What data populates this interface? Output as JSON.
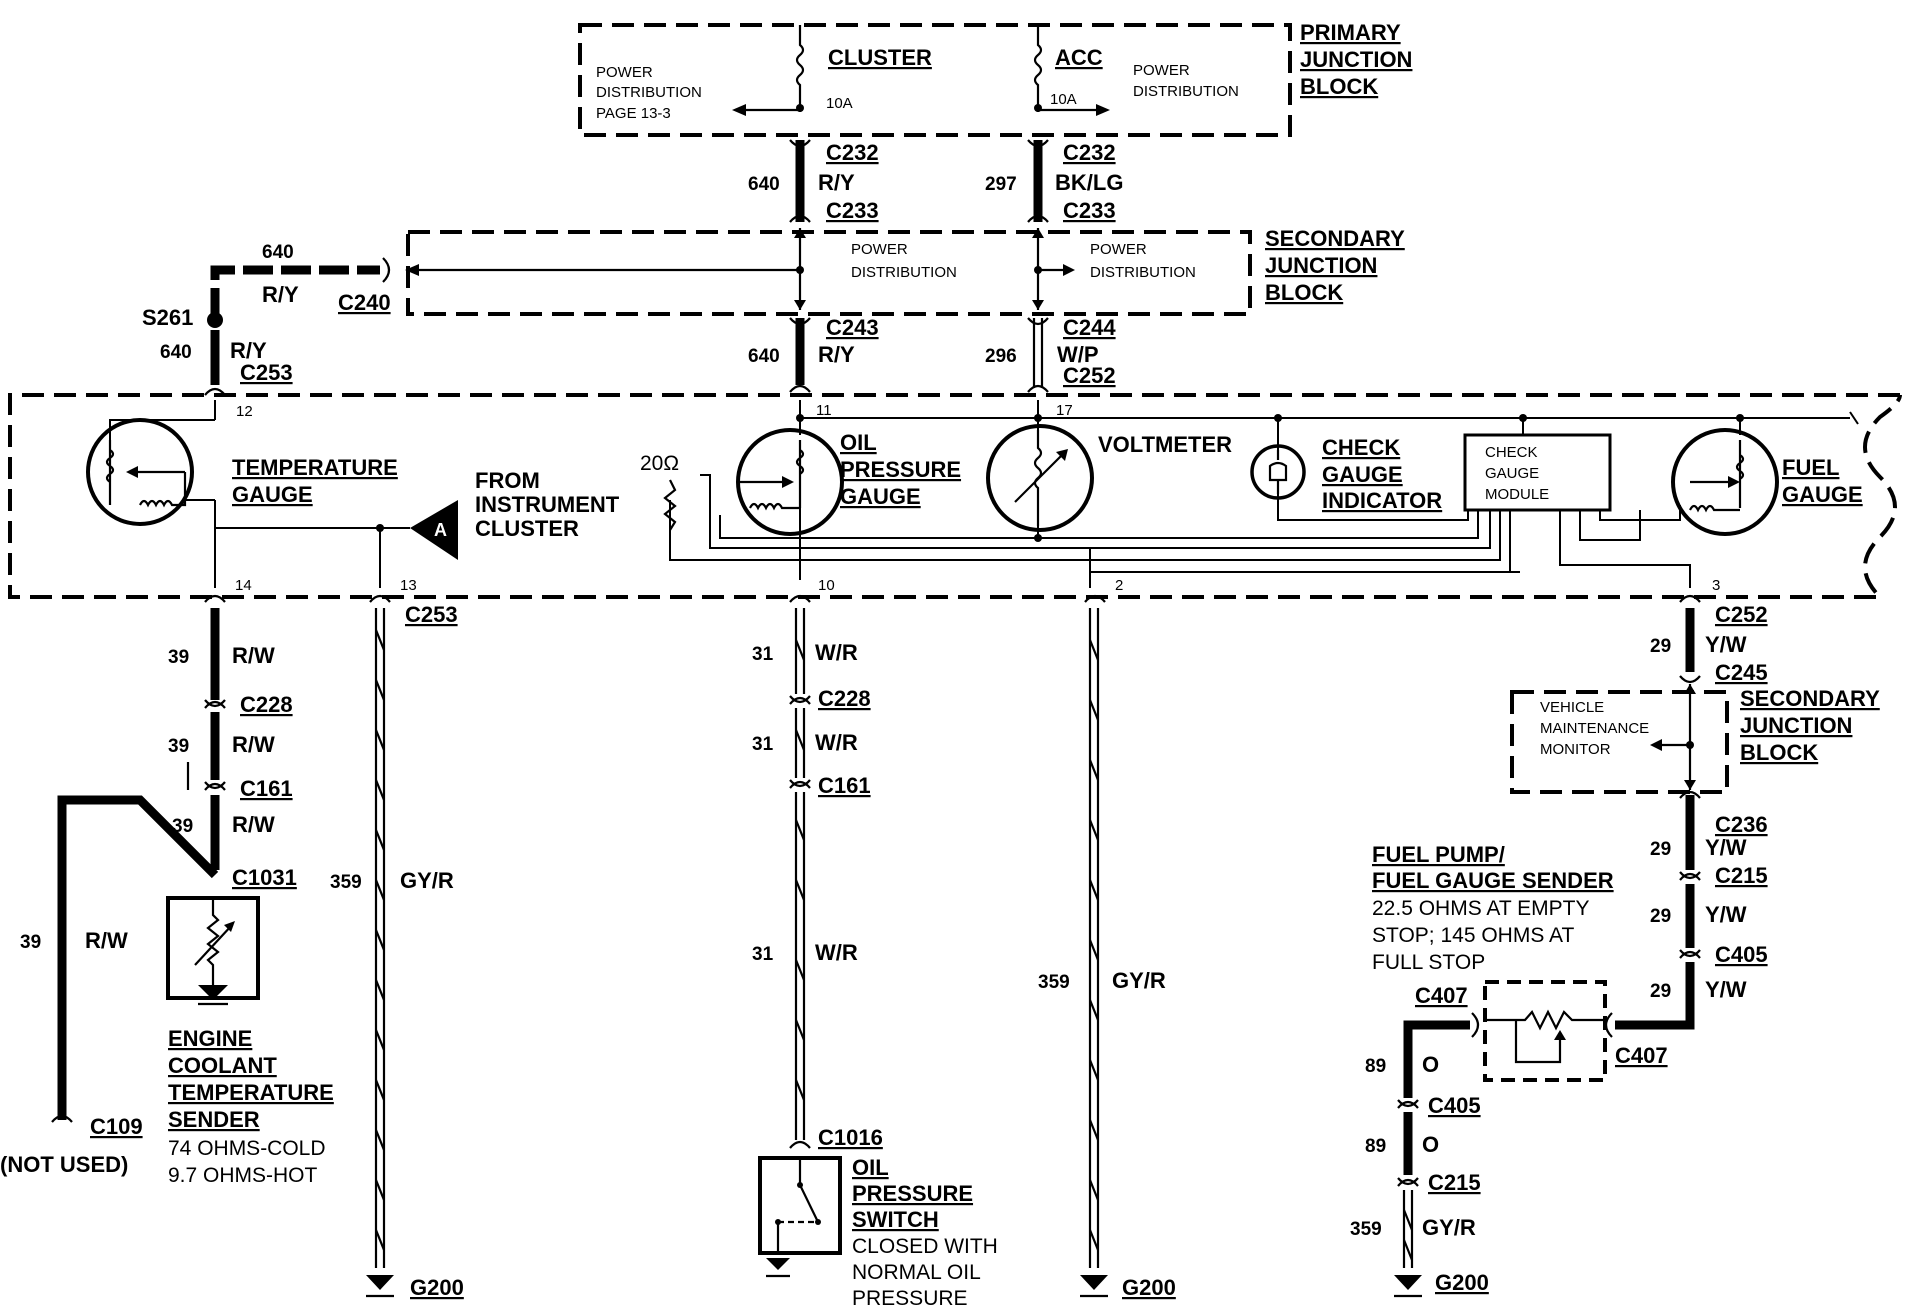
{
  "blocks": {
    "primary": [
      "PRIMARY",
      "JUNCTION",
      "BLOCK"
    ],
    "secondary_top": [
      "SECONDARY",
      "JUNCTION",
      "BLOCK"
    ],
    "secondary_right": [
      "SECONDARY",
      "JUNCTION",
      "BLOCK"
    ]
  },
  "primary_block": {
    "left_text": [
      "POWER",
      "DISTRIBUTION",
      "PAGE 13-3"
    ],
    "cluster": "CLUSTER",
    "cluster_fuse": "10A",
    "acc": "ACC",
    "acc_fuse": "10A",
    "right_text": [
      "POWER",
      "DISTRIBUTION"
    ]
  },
  "secondary_top_block": {
    "pd1": [
      "POWER",
      "DISTRIBUTION"
    ],
    "pd2": [
      "POWER",
      "DISTRIBUTION"
    ]
  },
  "vmm_block": [
    "VEHICLE",
    "MAINTENANCE",
    "MONITOR"
  ],
  "connectors": {
    "c232a": "C232",
    "c233a": "C233",
    "c232b": "C232",
    "c233b": "C233",
    "c240": "C240",
    "s261": "S261",
    "c253a": "C253",
    "c243": "C243",
    "c244": "C244",
    "c252a": "C252",
    "c253b": "C253",
    "c252b": "C252",
    "c245": "C245",
    "c228a": "C228",
    "c161a": "C161",
    "c1031": "C1031",
    "c109": "C109",
    "c228b": "C228",
    "c161b": "C161",
    "c1016": "C1016",
    "c236": "C236",
    "c215a": "C215",
    "c405a": "C405",
    "c407a": "C407",
    "c407b": "C407",
    "c405b": "C405",
    "c215b": "C215"
  },
  "circuits": {
    "w640a": "640",
    "w640a_color": "R/Y",
    "w297": "297",
    "w297_color": "BK/LG",
    "w640b": "640",
    "w640b_color": "R/Y",
    "w640c": "640",
    "w640c_color": "R/Y",
    "w640d": "640",
    "w640d_color": "R/Y",
    "w296": "296",
    "w296_color": "W/P",
    "w39a": "39",
    "w39a_color": "R/W",
    "w39b": "39",
    "w39b_color": "R/W",
    "w39c": "39",
    "w39c_color": "R/W",
    "w39d": "39",
    "w39d_color": "R/W",
    "w359a": "359",
    "w359a_color": "GY/R",
    "w31a": "31",
    "w31a_color": "W/R",
    "w31b": "31",
    "w31b_color": "W/R",
    "w31c": "31",
    "w31c_color": "W/R",
    "w359b": "359",
    "w359b_color": "GY/R",
    "w29a": "29",
    "w29a_color": "Y/W",
    "w29b": "29",
    "w29b_color": "Y/W",
    "w29c": "29",
    "w29c_color": "Y/W",
    "w29d": "29",
    "w29d_color": "Y/W",
    "w89a": "89",
    "w89a_color": "O",
    "w89b": "89",
    "w89b_color": "O",
    "w359c": "359",
    "w359c_color": "GY/R"
  },
  "pins": {
    "p12": "12",
    "p11": "11",
    "p17": "17",
    "p14": "14",
    "p13": "13",
    "p10": "10",
    "p2": "2",
    "p3": "3"
  },
  "components": {
    "temp_gauge": [
      "TEMPERATURE",
      "GAUGE"
    ],
    "from_cluster": [
      "FROM",
      "INSTRUMENT",
      "CLUSTER"
    ],
    "from_cluster_marker": "A",
    "resistor": "20Ω",
    "oil_gauge": [
      "OIL",
      "PRESSURE",
      "GAUGE"
    ],
    "voltmeter": "VOLTMETER",
    "check_indicator": [
      "CHECK",
      "GAUGE",
      "INDICATOR"
    ],
    "check_module": [
      "CHECK",
      "GAUGE",
      "MODULE"
    ],
    "fuel_gauge": [
      "FUEL",
      "GAUGE"
    ],
    "ect_sender": [
      "ENGINE",
      "COOLANT",
      "TEMPERATURE",
      "SENDER"
    ],
    "ect_spec": [
      "74 OHMS-COLD",
      "9.7 OHMS-HOT"
    ],
    "not_used": "(NOT USED)",
    "oil_switch": [
      "OIL",
      "PRESSURE",
      "SWITCH"
    ],
    "oil_switch_spec": [
      "CLOSED WITH",
      "NORMAL OIL",
      "PRESSURE"
    ],
    "fuel_sender": [
      "FUEL PUMP/",
      "FUEL GAUGE SENDER"
    ],
    "fuel_sender_spec": [
      "22.5 OHMS AT EMPTY",
      "STOP; 145 OHMS AT",
      "FULL STOP"
    ]
  },
  "grounds": {
    "g1": "G200",
    "g2": "G200",
    "g3": "G200"
  }
}
